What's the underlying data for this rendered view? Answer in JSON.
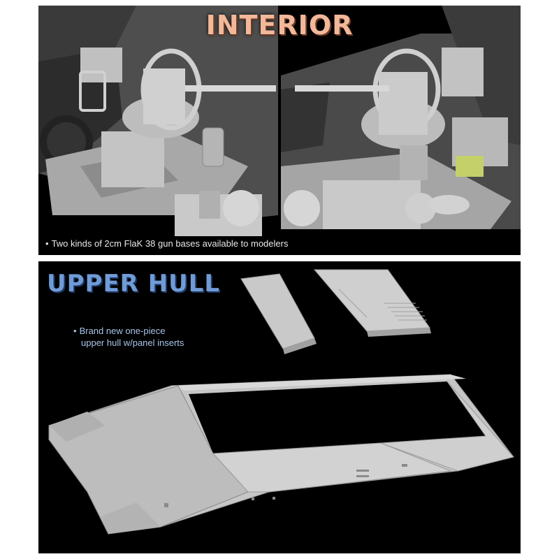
{
  "interior": {
    "title": "INTERIOR",
    "caption": "Two kinds of 2cm FlaK 38 gun bases available to modelers"
  },
  "upper_hull": {
    "title": "UPPER HULL",
    "caption_line1": "Brand new one-piece",
    "caption_line2": "upper hull w/panel inserts"
  },
  "colors": {
    "panel_background": "#000000",
    "interior_title": "#f2b89a",
    "upper_hull_title": "#6f9bd6",
    "model_gray": "#c8c8c8"
  }
}
